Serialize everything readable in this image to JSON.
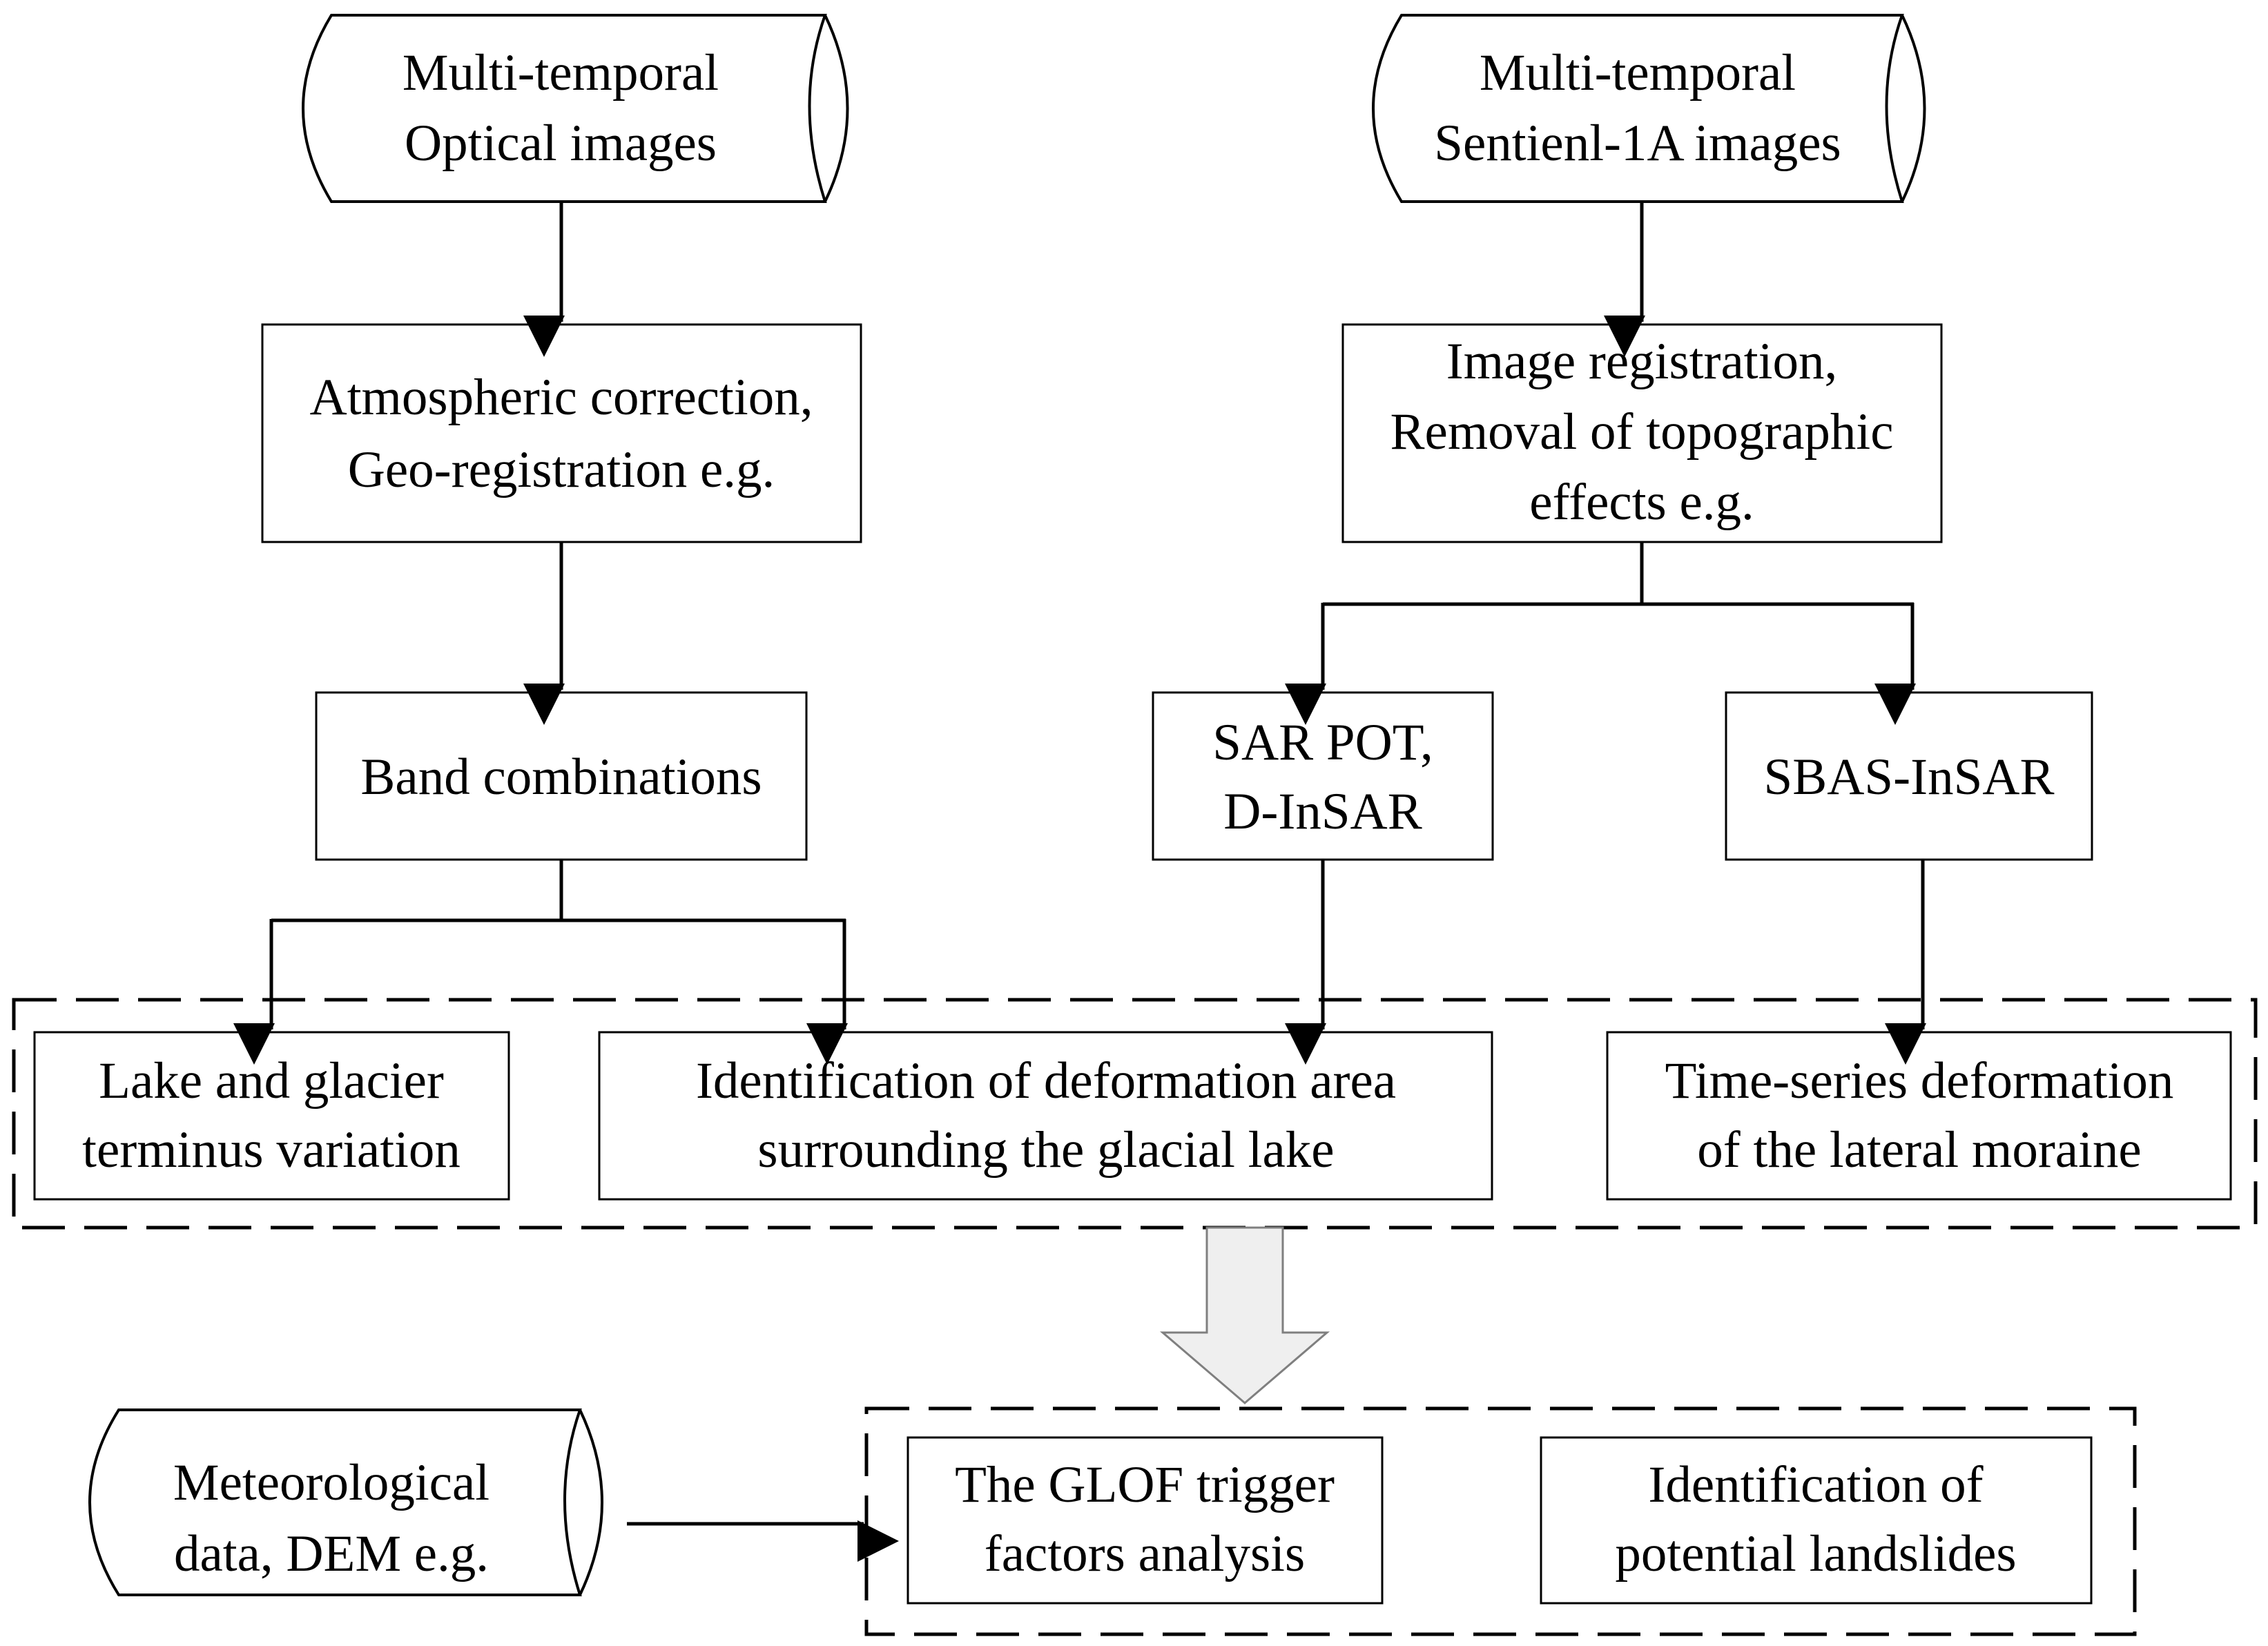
{
  "sources": {
    "optical": [
      "Multi-temporal",
      "Optical images"
    ],
    "sentinel": [
      "Multi-temporal",
      "Sentienl-1A images"
    ],
    "meteo": [
      "Meteorological",
      "data, DEM e.g."
    ]
  },
  "processes": {
    "atmospheric": [
      "Atmospheric correction,",
      "Geo-registration e.g."
    ],
    "image_registration": [
      "Image registration,",
      "Removal of topographic",
      "effects e.g."
    ],
    "band": [
      "Band combinations"
    ],
    "sar_pot": [
      "SAR POT,",
      "D-InSAR"
    ],
    "sbas": [
      "SBAS-InSAR"
    ]
  },
  "results": {
    "lake_glacier": [
      "Lake and glacier",
      "terminus variation"
    ],
    "deformation_area": [
      "Identification of deformation area",
      "surrounding the glacial lake"
    ],
    "time_series": [
      "Time-series deformation",
      "of the lateral moraine"
    ]
  },
  "analysis": {
    "glof": [
      "The GLOF trigger",
      "factors analysis"
    ],
    "landslides": [
      "Identification of",
      "potential landslides"
    ]
  },
  "colors": {
    "stroke": "#000000",
    "big_arrow_fill": "#efefef",
    "big_arrow_stroke": "#7f7f7f",
    "background": "#ffffff"
  }
}
